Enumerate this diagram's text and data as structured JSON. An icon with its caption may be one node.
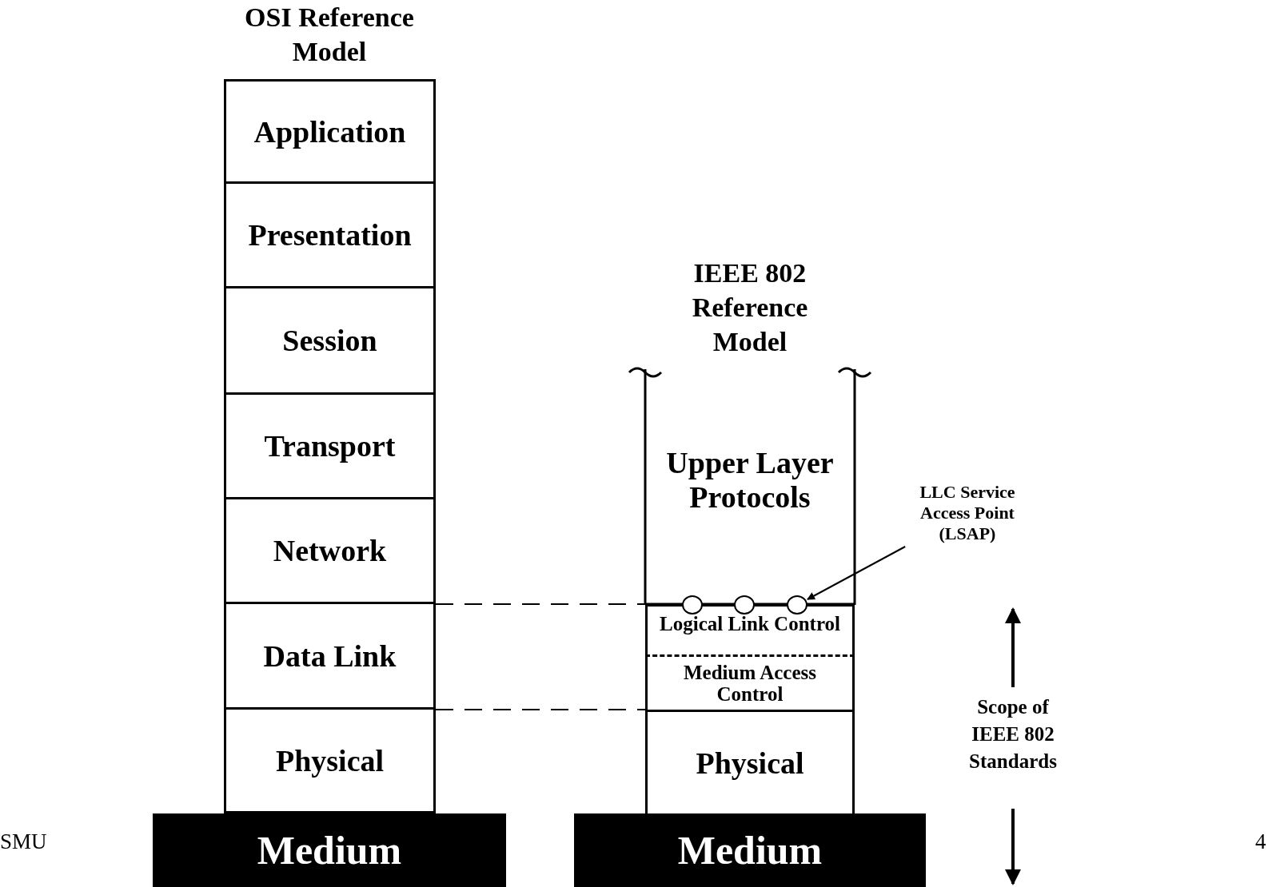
{
  "diagram": {
    "nodes": [
      {
        "text": [
          "OSI Reference Model"
        ]
      },
      {
        "text": [
          "Application"
        ],
        "in": 0
      },
      {
        "text": [
          "Presentation"
        ],
        "in": 0
      },
      {
        "text": [
          "Session"
        ],
        "in": 0
      },
      {
        "text": [
          "Transport"
        ],
        "in": 0
      },
      {
        "text": [
          "Network"
        ],
        "in": 0
      },
      {
        "text": [
          "Data Link"
        ],
        "in": 0
      },
      {
        "text": [
          "Physical"
        ],
        "in": 0
      },
      {
        "text": [
          "Medium"
        ],
        "in": 0
      },
      {
        "text": [
          "IEEE 802 Reference Model"
        ]
      },
      {
        "text": [
          "Upper Layer Protocols"
        ],
        "in": 9
      },
      {
        "text": [
          "Logical Link Control"
        ],
        "in": 9
      },
      {
        "text": [
          "Medium Access Control"
        ],
        "in": 9
      },
      {
        "text": [
          "Physical"
        ],
        "in": 9
      },
      {
        "text": [
          "Medium"
        ],
        "in": 9
      },
      {
        "text": [],
        "shape": "circle",
        "in": 9
      },
      {
        "text": [],
        "shape": "circle",
        "in": 9
      },
      {
        "text": [],
        "shape": "circle",
        "in": 9
      },
      {
        "text": [
          "LLC Service Access Point (LSAP)"
        ]
      }
    ],
    "edges": [
      {
        "from": 6,
        "to": 11,
        "arrow": "none",
        "style": "dashed"
      },
      {
        "from": 7,
        "to": 13,
        "arrow": "none",
        "style": "dashed"
      },
      {
        "from": 18,
        "to": 17,
        "arrow": "to"
      }
    ],
    "labels": [
      "Scope of IEEE 802 Standards",
      "SMU",
      "4"
    ]
  }
}
